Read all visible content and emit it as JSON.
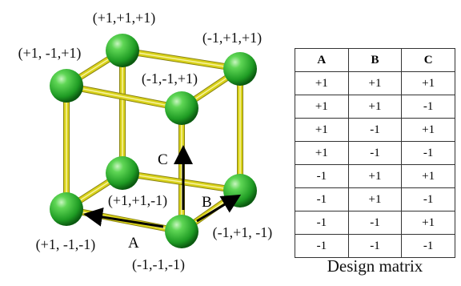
{
  "cube": {
    "vertices": [
      {
        "id": "v-ppp",
        "label": "(+1,+1,+1)"
      },
      {
        "id": "v-mpp",
        "label": "(-1,+1,+1)"
      },
      {
        "id": "v-pmp",
        "label": "(+1, -1,+1)"
      },
      {
        "id": "v-mmp",
        "label": "(-1,-1,+1)"
      },
      {
        "id": "v-ppm",
        "label": "(+1,+1,-1)"
      },
      {
        "id": "v-mpm",
        "label": "(-1,+1, -1)"
      },
      {
        "id": "v-pmm",
        "label": "(+1, -1,-1)"
      },
      {
        "id": "v-mmm",
        "label": "(-1,-1,-1)"
      }
    ],
    "axes": [
      {
        "id": "A",
        "label": "A"
      },
      {
        "id": "B",
        "label": "B"
      },
      {
        "id": "C",
        "label": "C"
      }
    ],
    "colors": {
      "sphere": "#2fb52f",
      "rod": "#d9d21a",
      "arrow": "#000000"
    }
  },
  "table": {
    "headers": [
      "A",
      "B",
      "C"
    ],
    "rows": [
      [
        "+1",
        "+1",
        "+1"
      ],
      [
        "+1",
        "+1",
        "-1"
      ],
      [
        "+1",
        "-1",
        "+1"
      ],
      [
        "+1",
        "-1",
        "-1"
      ],
      [
        "-1",
        "+1",
        "+1"
      ],
      [
        "-1",
        "+1",
        "-1"
      ],
      [
        "-1",
        "-1",
        "+1"
      ],
      [
        "-1",
        "-1",
        "-1"
      ]
    ],
    "title": "Design matrix"
  }
}
